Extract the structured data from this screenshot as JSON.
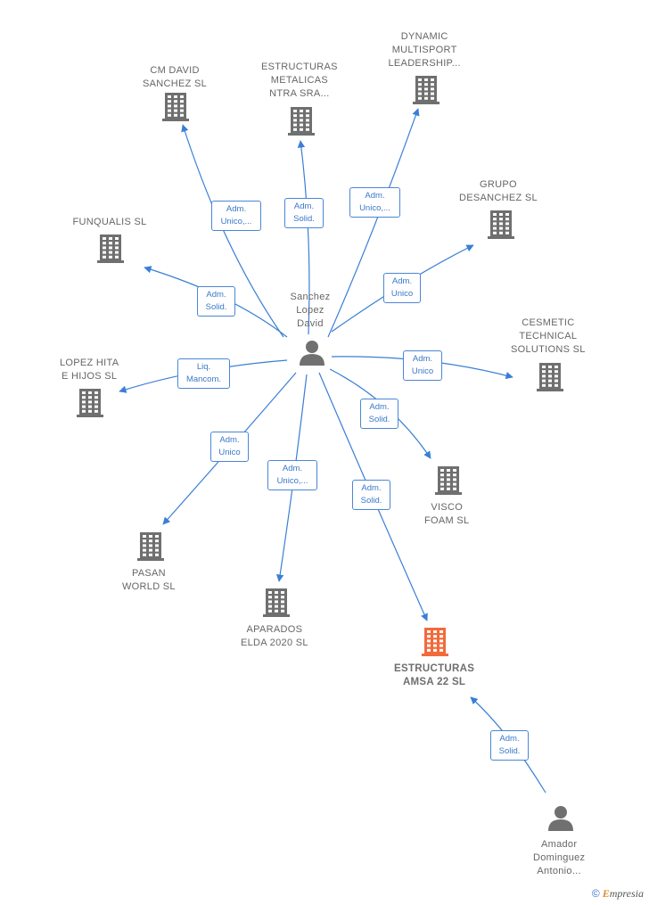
{
  "colors": {
    "edge": "#3a7fd5",
    "building": "#6f6f6f",
    "focus": "#f26a3b",
    "person": "#707070"
  },
  "nodes": [
    {
      "id": "cm_david",
      "type": "company",
      "lines": [
        "CM DAVID",
        "SANCHEZ  SL"
      ]
    },
    {
      "id": "estr_met",
      "type": "company",
      "lines": [
        "ESTRUCTURAS",
        "METALICAS",
        "NTRA SRA..."
      ]
    },
    {
      "id": "dynamic",
      "type": "company",
      "lines": [
        "DYNAMIC",
        "MULTISPORT",
        "LEADERSHIP..."
      ]
    },
    {
      "id": "grupo",
      "type": "company",
      "lines": [
        "GRUPO",
        "DESANCHEZ SL"
      ]
    },
    {
      "id": "funqualis",
      "type": "company",
      "lines": [
        "FUNQUALIS  SL"
      ]
    },
    {
      "id": "cesmetic",
      "type": "company",
      "lines": [
        "CESMETIC",
        "TECHNICAL",
        "SOLUTIONS SL"
      ]
    },
    {
      "id": "lopez",
      "type": "company",
      "lines": [
        "LOPEZ HITA",
        "E HIJOS SL"
      ]
    },
    {
      "id": "visco",
      "type": "company",
      "lines": [
        "VISCO",
        "FOAM SL"
      ]
    },
    {
      "id": "pasan",
      "type": "company",
      "lines": [
        "PASAN",
        "WORLD  SL"
      ]
    },
    {
      "id": "aparados",
      "type": "company",
      "lines": [
        "APARADOS",
        "ELDA 2020  SL"
      ]
    },
    {
      "id": "estr_amsa",
      "type": "focus",
      "lines": [
        "ESTRUCTURAS",
        "AMSA 22  SL"
      ]
    },
    {
      "id": "sanchez",
      "type": "person",
      "lines": [
        "Sanchez",
        "Lopez",
        "David"
      ]
    },
    {
      "id": "amador",
      "type": "person",
      "lines": [
        "Amador",
        "Dominguez",
        "Antonio..."
      ]
    }
  ],
  "edges": [
    {
      "from": "sanchez",
      "to": "cm_david",
      "label": [
        "Adm.",
        "Unico,..."
      ]
    },
    {
      "from": "sanchez",
      "to": "estr_met",
      "label": [
        "Adm.",
        "Solid."
      ]
    },
    {
      "from": "sanchez",
      "to": "dynamic",
      "label": [
        "Adm.",
        "Unico,..."
      ]
    },
    {
      "from": "sanchez",
      "to": "grupo",
      "label": [
        "Adm.",
        "Unico"
      ]
    },
    {
      "from": "sanchez",
      "to": "funqualis",
      "label": [
        "Adm.",
        "Solid."
      ]
    },
    {
      "from": "sanchez",
      "to": "cesmetic",
      "label": [
        "Adm.",
        "Unico"
      ]
    },
    {
      "from": "sanchez",
      "to": "lopez",
      "label": [
        "Liq.",
        "Mancom."
      ]
    },
    {
      "from": "sanchez",
      "to": "visco",
      "label": [
        "Adm.",
        "Solid."
      ]
    },
    {
      "from": "sanchez",
      "to": "pasan",
      "label": [
        "Adm.",
        "Unico"
      ]
    },
    {
      "from": "sanchez",
      "to": "aparados",
      "label": [
        "Adm.",
        "Unico,..."
      ]
    },
    {
      "from": "sanchez",
      "to": "estr_amsa",
      "label": [
        "Adm.",
        "Solid."
      ]
    },
    {
      "from": "amador",
      "to": "estr_amsa",
      "label": [
        "Adm.",
        "Solid."
      ]
    }
  ],
  "brand": {
    "symbol": "©",
    "first": "E",
    "rest": "mpresia"
  }
}
